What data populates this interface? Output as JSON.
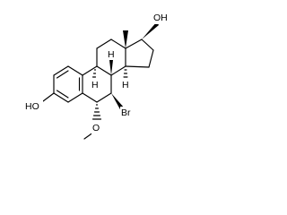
{
  "molecule": {
    "labels": {
      "hydroxyl_top": "OH",
      "hydroxyl_left": "HO",
      "bromo": "Br",
      "methoxy_oxygen": "O",
      "h_9": "H",
      "h_8": "H",
      "h_14": "H"
    },
    "colors": {
      "bond": "#000000",
      "text": "#000000",
      "background": "#ffffff"
    }
  }
}
